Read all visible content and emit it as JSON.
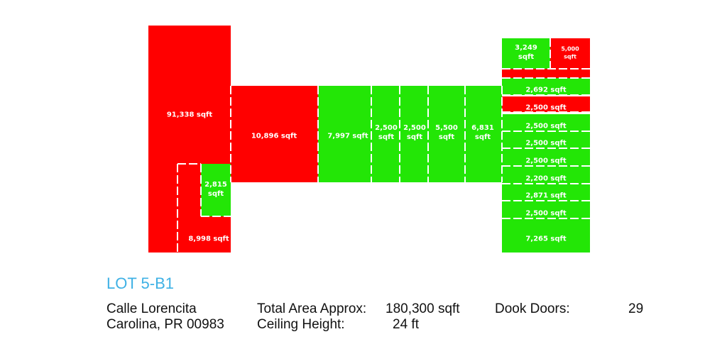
{
  "colors": {
    "leased": "#ff0000",
    "available": "#23e606"
  },
  "units": [
    {
      "id": "u91338",
      "lines": [
        "91,338 sqft"
      ],
      "status": "leased"
    },
    {
      "id": "u10896",
      "lines": [
        "10,896 sqft"
      ],
      "status": "leased"
    },
    {
      "id": "u8998",
      "lines": [
        "8,998 sqft"
      ],
      "status": "leased"
    },
    {
      "id": "u2815",
      "lines": [
        "2,815",
        "sqft"
      ],
      "status": "available"
    },
    {
      "id": "u7997",
      "lines": [
        "7,997 sqft"
      ],
      "status": "available"
    },
    {
      "id": "u2500a",
      "lines": [
        "2,500",
        "sqft"
      ],
      "status": "available"
    },
    {
      "id": "u2500b",
      "lines": [
        "2,500",
        "sqft"
      ],
      "status": "available"
    },
    {
      "id": "u5500",
      "lines": [
        "5,500",
        "sqft"
      ],
      "status": "available"
    },
    {
      "id": "u6831",
      "lines": [
        "6,831",
        "sqft"
      ],
      "status": "available"
    },
    {
      "id": "u3249",
      "lines": [
        "3,249",
        "sqft"
      ],
      "status": "available"
    },
    {
      "id": "u5000",
      "lines": [
        "5,000",
        "sqft"
      ],
      "status": "leased"
    },
    {
      "id": "u2692",
      "lines": [
        "2,692 sqft"
      ],
      "status": "available"
    },
    {
      "id": "u2500c",
      "lines": [
        "2,500 sqft"
      ],
      "status": "leased"
    },
    {
      "id": "u2500d",
      "lines": [
        "2,500 sqft"
      ],
      "status": "available"
    },
    {
      "id": "u2500e",
      "lines": [
        "2,500 sqft"
      ],
      "status": "available"
    },
    {
      "id": "u2500f",
      "lines": [
        "2,500 sqft"
      ],
      "status": "available"
    },
    {
      "id": "u2200",
      "lines": [
        "2,200 sqft"
      ],
      "status": "available"
    },
    {
      "id": "u2871",
      "lines": [
        "2,871 sqft"
      ],
      "status": "available"
    },
    {
      "id": "u2500g",
      "lines": [
        "2,500 sqft"
      ],
      "status": "available"
    },
    {
      "id": "u7265",
      "lines": [
        "7,265 sqft"
      ],
      "status": "available"
    }
  ],
  "lot": {
    "title": "LOT 5-B1",
    "address_line1": "Calle Lorencita",
    "address_line2": "Carolina, PR 00983",
    "total_area_label": "Total Area Approx:",
    "total_area_value": "180,300 sqft",
    "ceiling_label": "Ceiling Height:",
    "ceiling_value": "24 ft",
    "dock_doors_label": "Dook Doors:",
    "dock_doors_value": "29"
  }
}
